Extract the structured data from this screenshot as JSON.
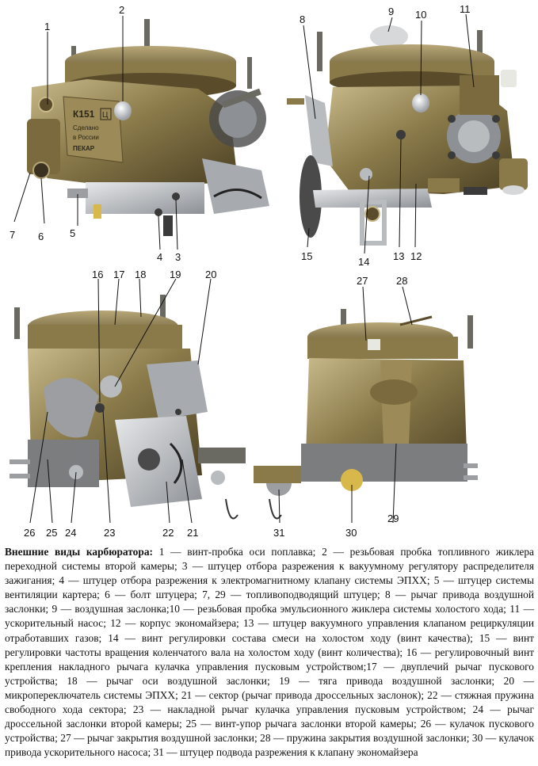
{
  "numbers": {
    "n1": "1",
    "n2": "2",
    "n3": "3",
    "n4": "4",
    "n5": "5",
    "n6": "6",
    "n7": "7",
    "n8": "8",
    "n9": "9",
    "n10": "10",
    "n11": "11",
    "n12": "12",
    "n13": "13",
    "n14": "14",
    "n15": "15",
    "n16": "16",
    "n17": "17",
    "n18": "18",
    "n19": "19",
    "n20": "20",
    "n21": "21",
    "n22": "22",
    "n23": "23",
    "n24": "24",
    "n25": "25",
    "n26": "26",
    "n27": "27",
    "n28": "28",
    "n29": "29",
    "n30": "30",
    "n31": "31"
  },
  "body_marking": {
    "model": "К151",
    "letter": "Ц",
    "line1": "Сделано",
    "line2": "в России",
    "brand": "ПЕКАР"
  },
  "caption": {
    "title": "Внешние виды карбюратора:",
    "text": " 1 — винт-пробка оси поплавка; 2 — резьбовая пробка топливного жиклера переходной системы второй камеры; 3 — штуцер отбора разрежения к вакуумному регулятору распределителя зажигания; 4 — штуцер отбора разрежения к электромагнитному клапану системы ЭПХХ; 5 — штуцер системы вентиляции картера; 6 — болт штуцера; 7, 29 — топливоподводящий штуцер; 8 — рычаг привода воздушной заслонки; 9 — воздушная заслонка;10 — резьбовая пробка эмульсионного жиклера системы холостого хода; 11 — ускорительный насос; 12 — корпус экономайзера; 13 — штуцер вакуумного управления клапаном рециркуляции отработавших газов; 14 — винт регулировки состава смеси на холостом ходу (винт качества); 15 — винт регулировки частоты вращения коленчатого вала на холостом ходу (винт количества); 16 — регулировочный винт крепления накладного рычага кулачка управления пусковым устройством;17 — двуплечий рычаг пускового устройства; 18 — рычаг оси воздушной заслонки; 19 — тяга привода воздушной заслонки; 20 — микропереключатель системы ЭПХХ; 21 — сектор (рычаг привода дроссельных заслонок); 22 — стяжная пружина свободного хода сектора; 23 — накладной рычаг кулачка управления пусковым устройством; 24 — рычаг дроссельной заслонки второй камеры; 25 — винт-упор рычага заслонки второй камеры; 26 — кулачок пускового устройства; 27 — рычаг закрытия воздушной заслонки; 28 — пружина закрытия воздушной заслонки; 30 — кулачок привода ускорительного насоса; 31 — штуцер подвода разрежения к клапану экономайзера"
  },
  "colors": {
    "brass": "#8a7a4a",
    "brass_light": "#b7a778",
    "brass_dark": "#4a3f22",
    "steel": "#b9bcbf",
    "shadow": "#2c2618"
  }
}
